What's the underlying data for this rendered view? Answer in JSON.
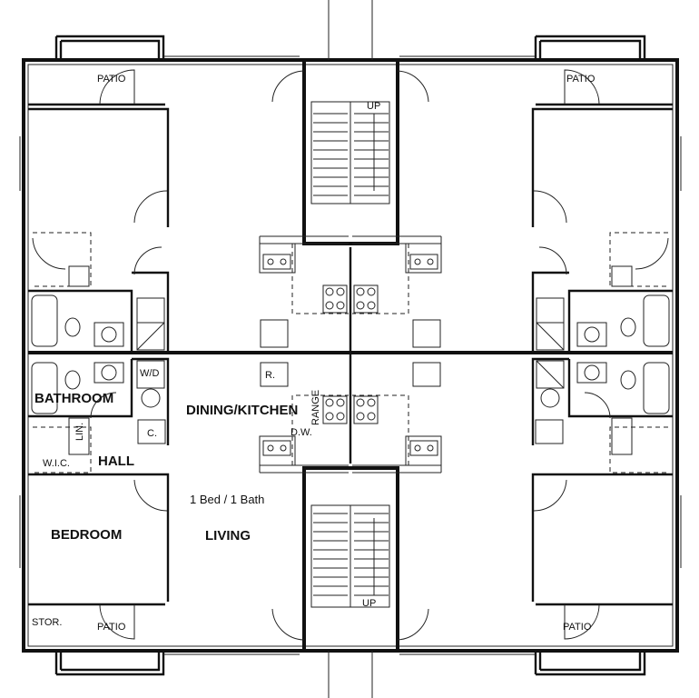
{
  "labels": {
    "patio": "PATIO",
    "up": "UP",
    "bathroom": "BATHROOM",
    "dining_kitchen": "DINING/KITCHEN",
    "range": "RANGE",
    "r": "R.",
    "wd": "W/D",
    "c": "C.",
    "dw": "D.W.",
    "lin": "LIN.",
    "wic": "W.I.C.",
    "hall": "HALL",
    "bedroom": "BEDROOM",
    "living": "LIVING",
    "stor": "STOR.",
    "caption": "1 Bed / 1 Bath"
  }
}
